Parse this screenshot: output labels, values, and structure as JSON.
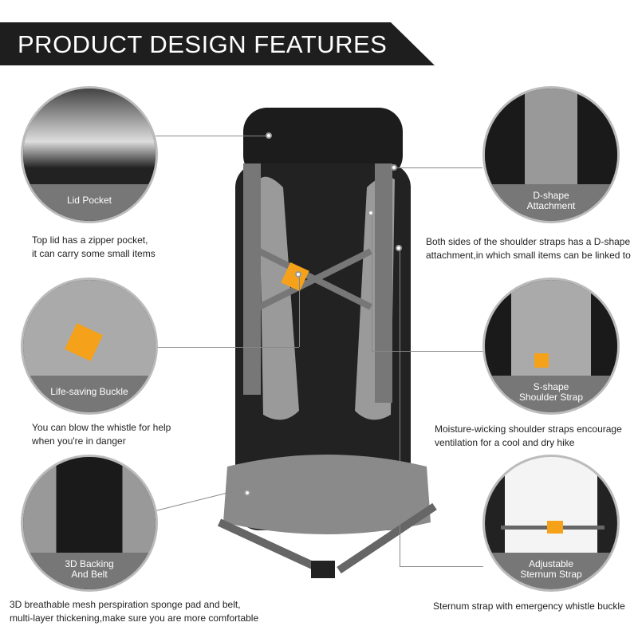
{
  "title": "PRODUCT DESIGN FEATURES",
  "features": [
    {
      "label": "Lid Pocket",
      "description": [
        "Top lid has a zipper pocket,",
        "it can carry some small items"
      ]
    },
    {
      "label": "Life-saving Buckle",
      "description": [
        "You can blow the whistle for help",
        "when you're in danger"
      ]
    },
    {
      "label": [
        "3D Backing",
        "And Belt"
      ],
      "description": [
        "3D breathable mesh perspiration sponge pad and belt,",
        "multi-layer thickening,make sure you are more comfortable"
      ]
    },
    {
      "label": [
        "D-shape",
        "Attachment"
      ],
      "description": [
        "Both sides of the shoulder straps has a D-shape",
        "attachment,in which small items can be linked to"
      ]
    },
    {
      "label": [
        "S-shape",
        "Shoulder Strap"
      ],
      "description": [
        "Moisture-wicking shoulder straps encourage",
        "ventilation for a cool and dry hike"
      ]
    },
    {
      "label": [
        "Adjustable",
        "Sternum Strap"
      ],
      "description": [
        "Sternum strap with emergency whistle buckle"
      ]
    }
  ],
  "colors": {
    "banner": "#1e1e1e",
    "label_bg": "#777777",
    "buckle": "#f5a21a"
  }
}
